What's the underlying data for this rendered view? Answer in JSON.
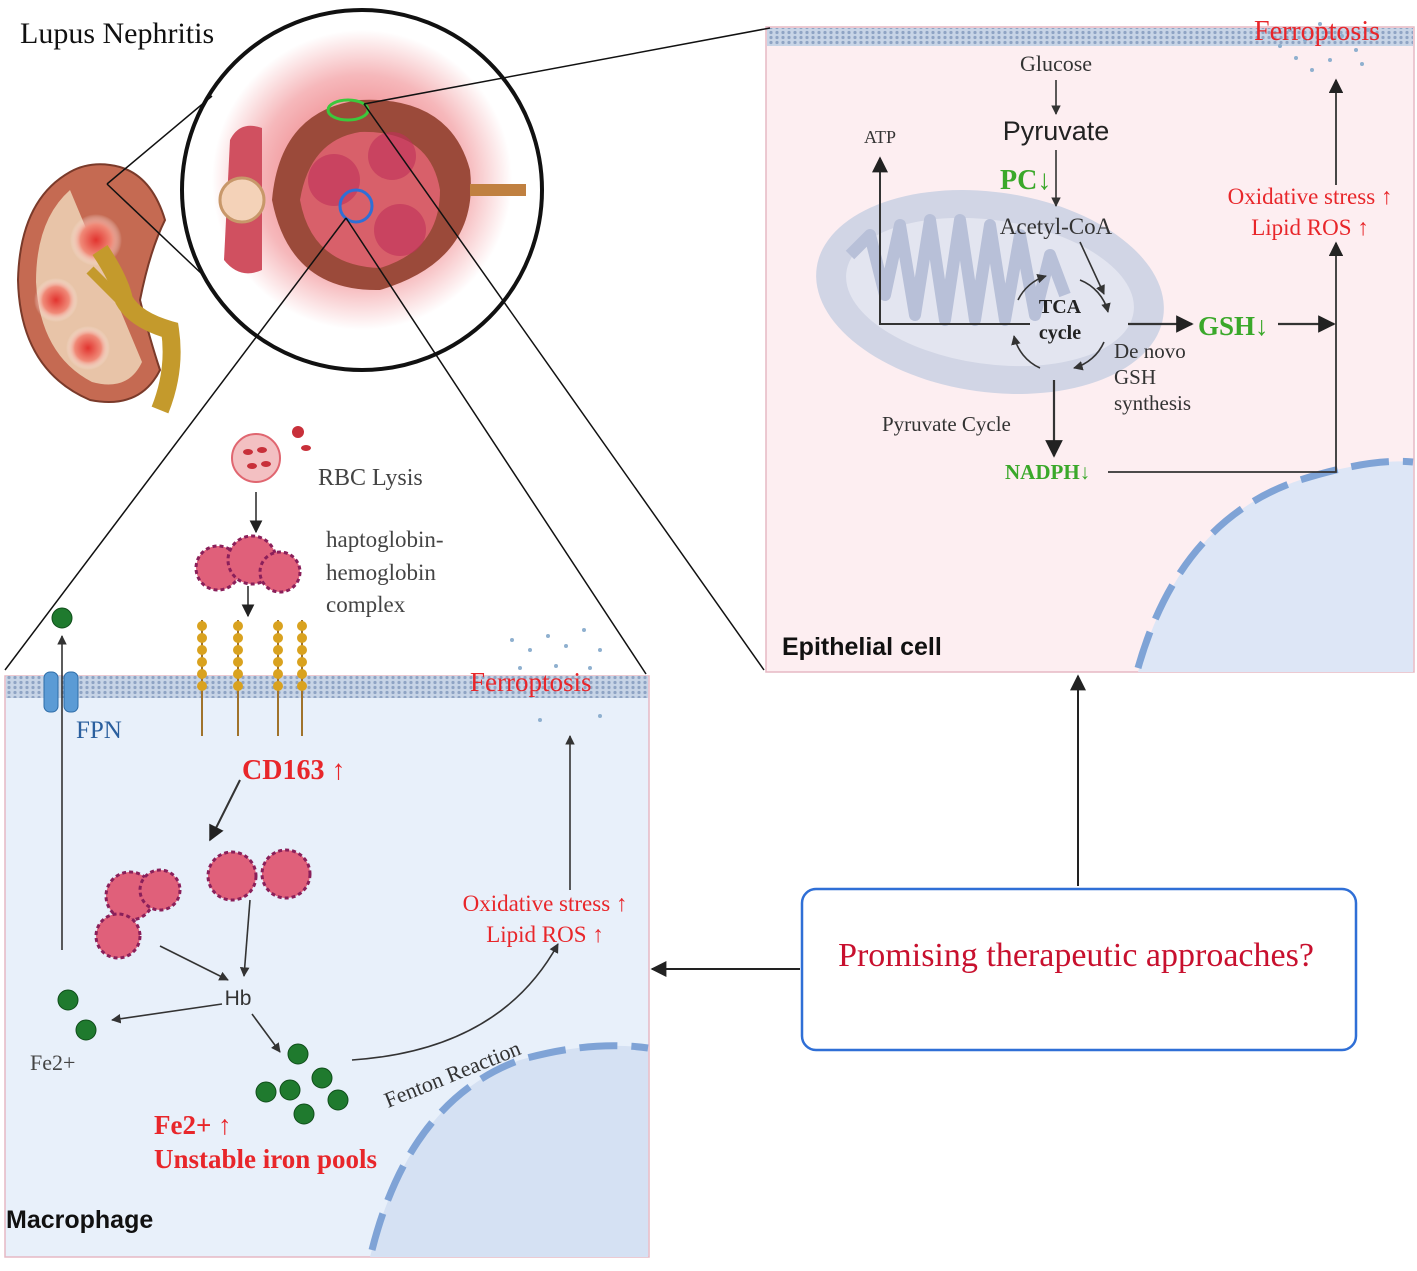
{
  "title": "Lupus Nephritis",
  "therapy_box": {
    "label": "Promising therapeutic approaches?"
  },
  "epithelial": {
    "panel_label": "Epithelial cell",
    "ferroptosis": "Ferroptosis",
    "glucose": "Glucose",
    "pyruvate": "Pyruvate",
    "pc": "PC↓",
    "acetyl_coa": "Acetyl-CoA",
    "atp": "ATP",
    "tca_line1": "TCA",
    "tca_line2": "cycle",
    "gsh": "GSH↓",
    "de_novo_1": "De novo",
    "de_novo_2": "GSH",
    "de_novo_3": "synthesis",
    "pyruvate_cycle": "Pyruvate Cycle",
    "nadph": "NADPH↓",
    "oxidative_stress": "Oxidative stress ↑",
    "lipid_ros": "Lipid ROS ↑"
  },
  "macrophage": {
    "panel_label": "Macrophage",
    "ferroptosis": "Ferroptosis",
    "rbc_lysis": "RBC Lysis",
    "hh_line1": "haptoglobin-",
    "hh_line2": "hemoglobin",
    "hh_line3": "complex",
    "fpn": "FPN",
    "cd163": "CD163 ↑",
    "hb": "Hb",
    "fe2": "Fe2+",
    "fe2_up": "Fe2+ ↑",
    "unstable": "Unstable iron pools",
    "fenton": "Fenton Reaction",
    "oxidative_stress": "Oxidative stress ↑",
    "lipid_ros": "Lipid ROS ↑"
  },
  "colors": {
    "red_text": "#e8262a",
    "green_text": "#3aa82a",
    "blue_text": "#2a5f9e",
    "panel_pink": "#fdeef1",
    "panel_blue": "#e8f0fa",
    "box_border": "#2f6fd6",
    "therapy_red": "#c8102e"
  }
}
